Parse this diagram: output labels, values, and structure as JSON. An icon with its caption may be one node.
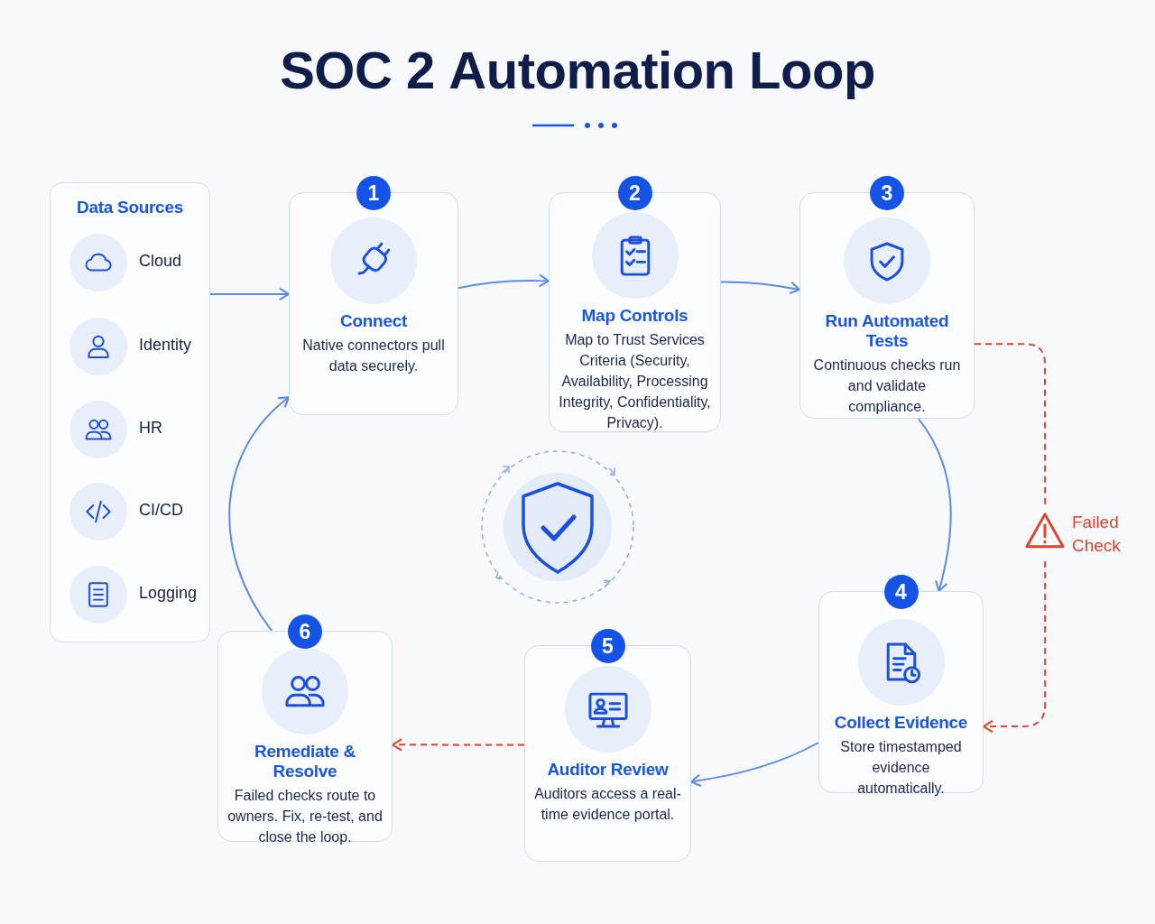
{
  "diagram": {
    "title": "SOC 2 **Automation** Loop",
    "nodes": [
      {
        "text": [
          "Data Sources"
        ]
      },
      {
        "text": [
          "Cloud"
        ],
        "in": 0
      },
      {
        "text": [
          "Identity"
        ],
        "in": 0
      },
      {
        "text": [
          "HR"
        ],
        "in": 0
      },
      {
        "text": [
          "CI/CD"
        ],
        "in": 0
      },
      {
        "text": [
          "Logging"
        ],
        "in": 0
      },
      {
        "text": [
          "1",
          "Connect",
          "Native connectors pull data securely."
        ]
      },
      {
        "text": [
          "2",
          "Map Controls",
          "Map to Trust Services Criteria (Security, Availability, Processing Integrity, Confidentiality, Privacy)."
        ]
      },
      {
        "text": [
          "3",
          "Run Automated Tests",
          "Continuous checks run and validate compliance."
        ]
      },
      {
        "text": [
          "4",
          "Collect Evidence",
          "Store timestamped evidence automatically."
        ]
      },
      {
        "text": [
          "5",
          "Auditor Review",
          "Auditors access a real-time evidence portal."
        ]
      },
      {
        "text": [
          "6",
          "Remediate & Resolve",
          "Failed checks route to owners. Fix, re-test, and close the loop."
        ]
      },
      {
        "text": [
          "Failed Check"
        ]
      }
    ],
    "edges": [
      {
        "from": 0,
        "to": 6,
        "arrow": "to"
      },
      {
        "from": 6,
        "to": 7,
        "arrow": "to"
      },
      {
        "from": 7,
        "to": 8,
        "arrow": "to"
      },
      {
        "from": 8,
        "to": 9,
        "arrow": "to"
      },
      {
        "from": 9,
        "to": 10,
        "arrow": "to"
      },
      {
        "from": 10,
        "to": 11,
        "arrow": "to",
        "style": "dashed",
        "color": "#e0432d"
      },
      {
        "from": 11,
        "to": 6,
        "arrow": "to"
      },
      {
        "from": 8,
        "to": 12,
        "arrow": "none",
        "style": "dashed",
        "color": "#e0432d"
      },
      {
        "from": 12,
        "to": 9,
        "arrow": "to",
        "style": "dashed",
        "color": "#e0432d"
      }
    ]
  }
}
